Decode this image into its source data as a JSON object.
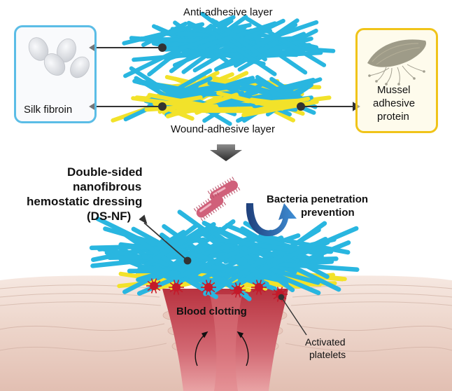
{
  "labels": {
    "top_layer": "Anti-adhesive layer",
    "bottom_layer": "Wound-adhesive layer",
    "silk": "Silk fibroin",
    "mussel_line1": "Mussel",
    "mussel_line2": "adhesive",
    "mussel_line3": "protein",
    "dsnf_line1": "Double-sided",
    "dsnf_line2": "nanofibrous",
    "dsnf_line3": "hemostatic dressing",
    "dsnf_line4": "(DS-NF)",
    "bacteria_line1": "Bacteria penetration",
    "bacteria_line2": "prevention",
    "blood": "Blood clotting",
    "platelets_line1": "Activated",
    "platelets_line2": "platelets"
  },
  "colors": {
    "fiber_blue": "#29b6e0",
    "fiber_yellow": "#f2e22a",
    "silk_box_border": "#5bbde6",
    "silk_box_fill": "#eef1f6",
    "mussel_box_border": "#f0c419",
    "mussel_box_fill": "#fdf7dd",
    "bacteria": "#d0607a",
    "arrow_blue": "#2f5fa8",
    "platelet": "#c41a2a",
    "wound": "#c84a57",
    "skin": "#efd9cf"
  },
  "icons": {
    "silk": "silk-cocoon-icon",
    "mussel": "mussel-shell-icon",
    "bacteria": "bacteria-icon",
    "platelet": "platelet-icon"
  }
}
